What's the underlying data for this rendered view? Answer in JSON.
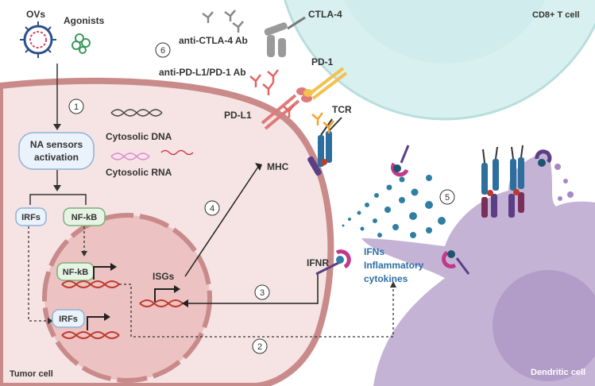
{
  "labels": {
    "ovs": "OVs",
    "agonists": "Agonists",
    "na_sensors_line1": "NA sensors",
    "na_sensors_line2": "activation",
    "cytosolic_dna": "Cytosolic DNA",
    "cytosolic_rna": "Cytosolic RNA",
    "irfs_top": "IRFs",
    "nfkb_top": "NF-kB",
    "nfkb_nucleus": "NF-kB",
    "irfs_nucleus": "IRFs",
    "isgs": "ISGs",
    "mhc": "MHC",
    "pd_l1": "PD-L1",
    "pd_1": "PD-1",
    "ctla_4": "CTLA-4",
    "anti_ctla4": "anti-CTLA-4 Ab",
    "anti_pdl1": "anti-PD-L1/PD-1 Ab",
    "tcr": "TCR",
    "ifnr": "IFNR",
    "ifns": "IFNs",
    "inflammatory_line1": "Inflammatory",
    "inflammatory_line2": "cytokines",
    "cd8_t_cell": "CD8+ T cell",
    "tumor_cell": "Tumor cell",
    "dendritic_cell": "Dendritic cell"
  },
  "steps": [
    "1",
    "2",
    "3",
    "4",
    "5",
    "6"
  ],
  "colors": {
    "tumor_cell": "#f6e4e4",
    "tumor_membrane": "#c98a8a",
    "nucleus": "#ecc2c2",
    "t_cell": "#d9f0f0",
    "dendritic_cell": "#c5b3d6",
    "dendritic_nucleus": "#b29cc8",
    "box_fill": "#eaf2fb",
    "box_stroke": "#8eb2d6",
    "dna_red": "#c0392b",
    "antibody": "#e06666",
    "pd1": "#f2c14e",
    "tcr_blue": "#2d6e9e",
    "mhc_purple": "#5b3f86",
    "cytokine": "#2f7fa3"
  }
}
